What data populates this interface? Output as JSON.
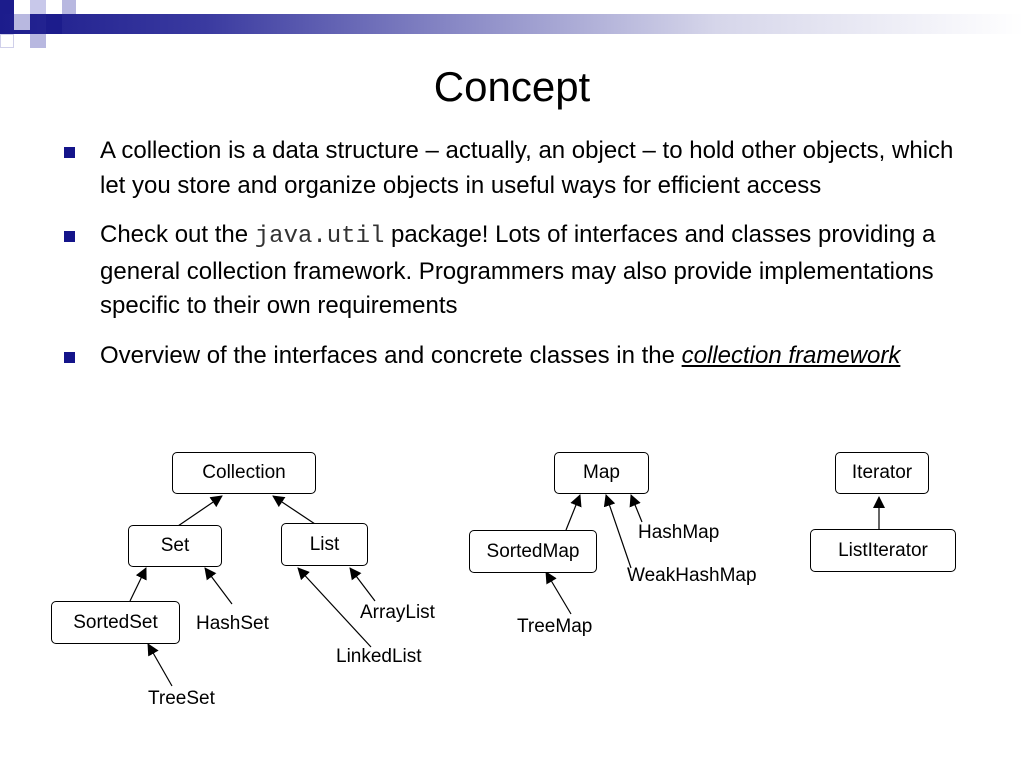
{
  "slide": {
    "title": "Concept",
    "bullets": [
      {
        "text": "A collection is a data structure – actually, an object – to hold other objects, which let you store and organize objects in useful ways for efficient access"
      },
      {
        "pre": "Check out the ",
        "code": "java.util",
        "post": " package! Lots of interfaces and classes providing a general collection framework. Programmers may also provide implementations specific to their own requirements"
      },
      {
        "pre": "Overview of the interfaces and concrete classes in the ",
        "emphasis": "collection framework"
      }
    ]
  },
  "diagram": {
    "interfaces": {
      "collection": "Collection",
      "set": "Set",
      "list": "List",
      "sorted_set": "SortedSet",
      "map": "Map",
      "sorted_map": "SortedMap",
      "iterator": "Iterator",
      "list_iterator": "ListIterator"
    },
    "classes": {
      "hash_set": "HashSet",
      "tree_set": "TreeSet",
      "array_list": "ArrayList",
      "linked_list": "LinkedList",
      "hash_map": "HashMap",
      "weak_hash_map": "WeakHashMap",
      "tree_map": "TreeMap"
    }
  },
  "colors": {
    "bullet_marker": "#14148a",
    "header_gradient_start": "#1c1c8c"
  }
}
